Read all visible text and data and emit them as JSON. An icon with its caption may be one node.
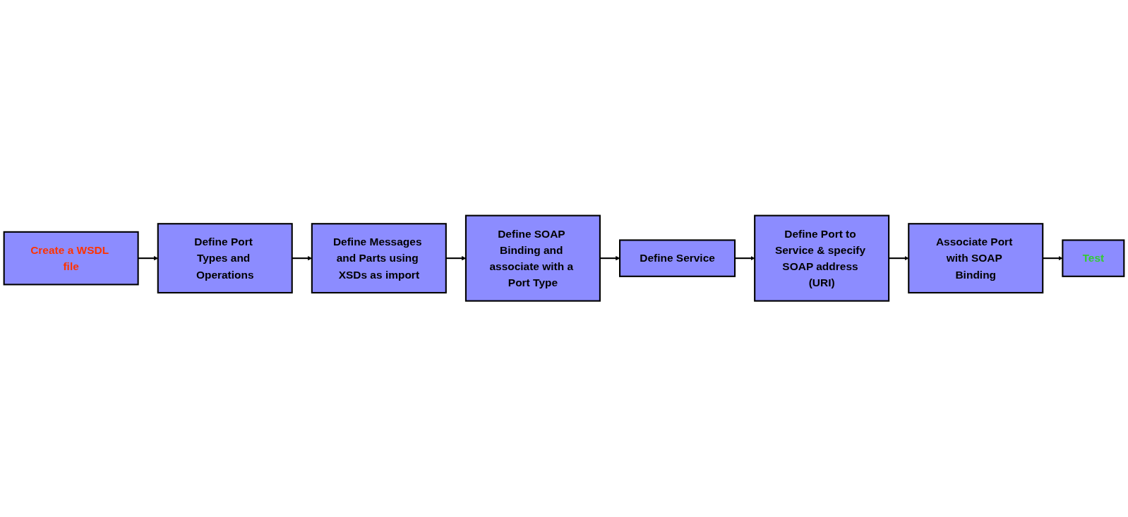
{
  "diagram": {
    "nodes": [
      {
        "text": [
          "Create a WSDL file"
        ]
      },
      {
        "text": [
          "Define Port Types and Operations"
        ]
      },
      {
        "text": [
          "Define Messages and Parts using XSDs as import"
        ]
      },
      {
        "text": [
          "Define SOAP Binding and associate with a Port Type"
        ]
      },
      {
        "text": [
          "Define Service"
        ]
      },
      {
        "text": [
          "Define Port to Service & specify SOAP address (URI)"
        ]
      },
      {
        "text": [
          "Associate Port with SOAP Binding"
        ]
      },
      {
        "text": [
          "Test"
        ]
      }
    ],
    "edges": [
      {
        "from": 0,
        "to": 1,
        "arrow": "to"
      },
      {
        "from": 1,
        "to": 2,
        "arrow": "to"
      },
      {
        "from": 2,
        "to": 3,
        "arrow": "to"
      },
      {
        "from": 3,
        "to": 4,
        "arrow": "to"
      },
      {
        "from": 4,
        "to": 5,
        "arrow": "to"
      },
      {
        "from": 5,
        "to": 6,
        "arrow": "to"
      },
      {
        "from": 6,
        "to": 7,
        "arrow": "to"
      }
    ]
  }
}
